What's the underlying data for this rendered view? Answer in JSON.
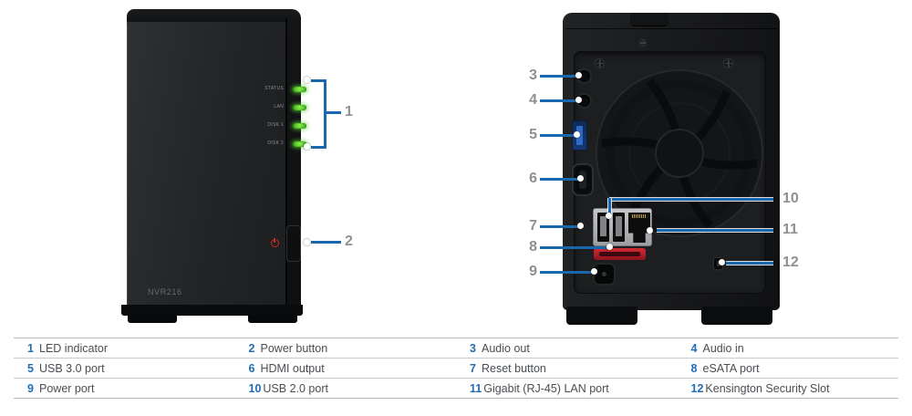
{
  "device_model": "NVR216",
  "front": {
    "led_labels": [
      "STATUS",
      "LAN",
      "DISK 1",
      "DISK 2"
    ]
  },
  "callouts": {
    "c1": "1",
    "c2": "2",
    "c3": "3",
    "c4": "4",
    "c5": "5",
    "c6": "6",
    "c7": "7",
    "c8": "8",
    "c9": "9",
    "c10": "10",
    "c11": "11",
    "c12": "12"
  },
  "legend": {
    "rows": [
      [
        {
          "num": "1",
          "label": "LED indicator"
        },
        {
          "num": "2",
          "label": "Power button"
        },
        {
          "num": "3",
          "label": "Audio out"
        },
        {
          "num": "4",
          "label": "Audio in"
        }
      ],
      [
        {
          "num": "5",
          "label": "USB 3.0 port"
        },
        {
          "num": "6",
          "label": "HDMI output"
        },
        {
          "num": "7",
          "label": "Reset button"
        },
        {
          "num": "8",
          "label": "eSATA port"
        }
      ],
      [
        {
          "num": "9",
          "label": "Power port"
        },
        {
          "num": "10",
          "label": "USB 2.0 port"
        },
        {
          "num": "11",
          "label": "Gigabit (RJ-45) LAN port"
        },
        {
          "num": "12",
          "label": "Kensington Security Slot"
        }
      ]
    ]
  },
  "colors": {
    "callout_line_blue": "#1b67ae",
    "callout_number_gray": "#8d9093",
    "led_green": "#52c226",
    "usb3_blue": "#2f6ac6",
    "esata_red": "#c0232e",
    "legend_number_blue": "#1f6eb5",
    "legend_text": "#4a4e52",
    "device_body": "#1c1e20"
  }
}
